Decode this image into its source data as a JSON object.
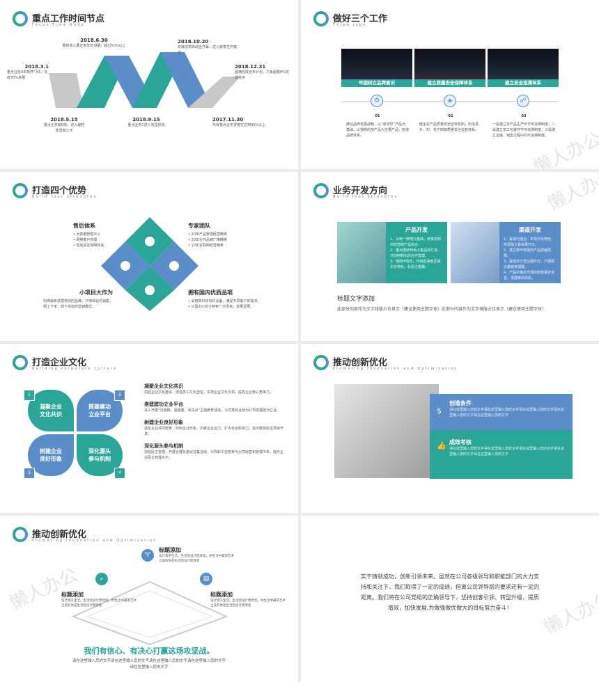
{
  "s1": {
    "title": "重点工作时间节点",
    "subtitle": "Focus Time Node",
    "n1": {
      "date": "2018.6.30",
      "text": "整体收入要达到年的进展，超过50%以上"
    },
    "n2": {
      "date": "2018.10.20",
      "text": "年底前李启动全开幕，进入转季生产模式"
    },
    "n3": {
      "date": "2018.3.1",
      "text": "重点业务A实现开门红，完成70%进展"
    },
    "n4": {
      "date": "2018.12.31",
      "text": "圆满完成全年计划，力争超额8%完成任务"
    },
    "n5": {
      "date": "2018.5.15",
      "text": "重点业务B启动，进入最旺季营销工作"
    },
    "n6": {
      "date": "2018.9.15",
      "text": "重点业务C进入攻坚阶段"
    },
    "n7": {
      "date": "2017.11.30",
      "text": "所有重点业务进度在达到95%以上"
    }
  },
  "s2": {
    "title": "做好三个工作",
    "subtitle": "Three jobs",
    "cards": [
      {
        "label": "牢固树立品牌意识",
        "num": "01",
        "text": "推动品牌发展战略，以“放领导”产品为基础，以独特的地产品为主要产品，形成品牌体系。"
      },
      {
        "label": "建立质量安全保障体系",
        "num": "02",
        "text": "健全农产品质量安全监管机制，形成县、乡、村、农户四级质量安全监管体系。"
      },
      {
        "label": "建立安全追溯体系",
        "num": "03",
        "text": "一是建立农产品生产环节可追溯制度；二是建立加工包装环节可追溯制度；三是建立运输、销售过程中的可追溯制度。"
      }
    ]
  },
  "s3": {
    "title": "打造四个优势",
    "subtitle": "Build four strengths",
    "a": {
      "h": "售后体系",
      "items": [
        "大数据管理中心",
        "网络客户管理",
        "售后返还保障体系"
      ]
    },
    "b": {
      "h": "专家团队",
      "items": [
        "20年产品管理经营精英",
        "20年业内品牌广推精英",
        "10年互联网经营精英"
      ]
    },
    "c": {
      "h": "小项目大作为",
      "text": "利用最新进展特别的品牌，才用体验式销售，网上下单，现下体验的营销模式。"
    },
    "d": {
      "h": "拥有国内优质品项",
      "items": [
        "采用高科技有机设备，满足不同客户的需求。",
        "只需20-30分钟到一次项目，效果显著。"
      ]
    }
  },
  "s4": {
    "title": "业务开发方向",
    "subtitle": "Build four strengths",
    "p1": {
      "h": "产品开发",
      "items": [
        "1、以统一牌理为基础，统筹抓到前经营碳产品组合。",
        "2、重点围绕特色小集品种打造，开创特制化的合作营理。",
        "3、借助IP消息，传销直等者区域文化特色，弘扬主题模。"
      ]
    },
    "p2": {
      "h": "渠道开发",
      "items": [
        "1、渠道内独合：实现文化特色，实现独立委会展开元。",
        "2、建立统可智能的产品层面层展。",
        "3、渠道外已营业展开元，户展配合套面管理展。",
        "4、产品价格的市场的制度展步完善，发展推动风机。"
      ]
    },
    "caption_title": "标题文字添加",
    "caption_text": "此部分内容作为文字排版占位显示（建议使用主题字体）此部分内容作为文字排版占位显示（建议使用主题字体）"
  },
  "s5": {
    "title": "打造企业文化",
    "subtitle": "Building corporate culture",
    "petals": [
      {
        "n": "1",
        "t1": "凝聚企业",
        "t2": "文化共识"
      },
      {
        "n": "2",
        "t1": "搭建建功",
        "t2": "立业平台"
      },
      {
        "n": "3",
        "t1": "树建企业",
        "t2": "良好形象"
      },
      {
        "n": "4",
        "t1": "深化源头",
        "t2": "参与机制"
      }
    ],
    "items": [
      {
        "h": "凝聚企业文化共识",
        "t": "加强企业文化建设，增强员工文化自信，实现企业文化引领，提高企业核心竞争力。"
      },
      {
        "h": "搭建建功立业平台",
        "t": "深入开展“月嘉稿、强嘉驱、出先点”主题教育活动，以优秀的业绩为公司发展建功立业。"
      },
      {
        "h": "树建企业良好形象",
        "t": "强化企业共同愿景，外树企业形象，内聚企业合力，扩大社会影响力，加大服务民生项目开发。"
      },
      {
        "h": "深化源头参与机制",
        "t": "加强民主管理，开展合理化建议征集活动，引导职工自觉参与公司经营和管理中来，提升企业民主管理水平。"
      }
    ]
  },
  "s6": {
    "title": "推动创新优化",
    "subtitle": "Promoting Innovation and Optimization",
    "items": [
      {
        "h": "创造条件",
        "t": "请在这里输入您的文字请在这里输入您的文字请在这里输入您的文字请在这里输入您的文字请在这里输入您的文字"
      },
      {
        "h": "成效考核",
        "t": "请在这里输入您的文字请在这里输入您的文字请在这里输入您的文字请在这里输入您的文字请在这里输入您的文字"
      }
    ]
  },
  "s7": {
    "title": "推动创新优化",
    "subtitle": "Promoting Innovation and Optimization",
    "top": {
      "h": "标题添加",
      "t": "设计源于生活，生活因设计而改变。你生活中最求艺术之美的你是生活因设计而改变"
    },
    "left": {
      "h": "标题添加",
      "t": "设计源于生活，生活因设计而改变。你生活中最求艺术之美的你是生活因设计而改变"
    },
    "right": {
      "h": "标题添加",
      "t": "设计源于生活，生活因设计而改变。你生活中最求艺术之美的你是生活因设计而改变"
    },
    "slogan": "我们有信心、有决心打赢这场攻坚战。",
    "slogan_sub": "请在这里输入您的文字请在这里输入您的文字请在这里输入您的文字请在这里输入您的文字请在这里输入您的文字"
  },
  "s8": {
    "text": "实干铸就成功，创新引领未来。虽然在公司各级领导和职能部门的大力支持和关注下，我们取得了一定的成绩，但离公司领导层的要求还有一定的距离。我们将在公司党组的正确领导下，坚持创客引领、转型升级、提质增效，加快发展,为做强做优做大的目标努力奋斗！"
  },
  "watermark": "懒人办公",
  "colors": {
    "teal": "#2aa597",
    "blue": "#5b8dc9",
    "grey": "#c8c8c8"
  }
}
